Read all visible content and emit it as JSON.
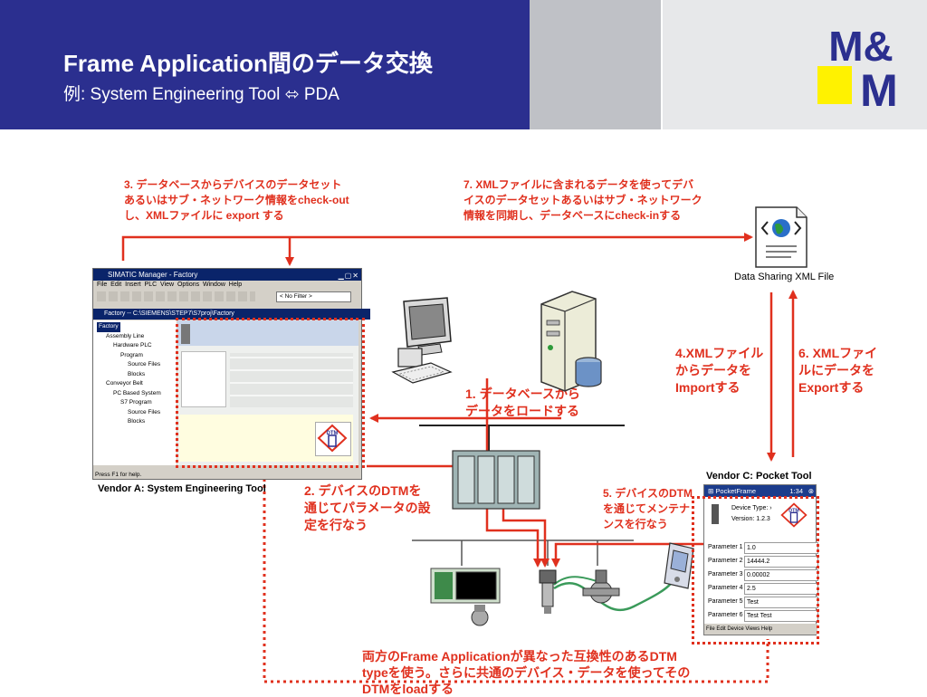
{
  "header": {
    "title": "Frame Application間のデータ交換",
    "subtitle": "例: System Engineering Tool ⬄ PDA",
    "logo_text": "M&M",
    "colors": {
      "blue": "#2b2f8f",
      "yellow": "#fff200",
      "accent": "#e0301e"
    }
  },
  "notes": {
    "step3": [
      "3. データベースからデバイスのデータセット",
      "あるいはサブ・ネットワーク情報をcheck-out",
      "し、XMLファイルに export する"
    ],
    "step7": [
      "7. XMLファイルに含まれるデータを使ってデバ",
      "イスのデータセットあるいはサブ・ネットワーク",
      "情報を同期し、データベースにcheck-inする"
    ],
    "step4": [
      "4.XMLファイル",
      "からデータを",
      "Importする"
    ],
    "step6": [
      "6. XMLファイ",
      "ルにデータを",
      "Exportする"
    ],
    "step1": [
      "1. データベースから",
      "データをロードする"
    ],
    "step2": [
      "2. デバイスのDTMを",
      "通じてパラメータの設",
      "定を行なう"
    ],
    "step5": [
      "5. デバイスのDTM",
      "を通じてメンテナ",
      "ンスを行なう"
    ],
    "bottom": [
      "両方のFrame Applicationが異なった互換性のあるDTM",
      "typeを使う。さらに共通のデバイス・データを使ってその",
      "DTMをloadする"
    ]
  },
  "labels": {
    "xml_file": "Data Sharing XML File",
    "vendor_a": "Vendor A: System Engineering Tool",
    "vendor_c": "Vendor C: Pocket Tool"
  },
  "simatic": {
    "title": "SIMATIC Manager - Factory",
    "menu": [
      "File",
      "Edit",
      "Insert",
      "PLC",
      "View",
      "Options",
      "Window",
      "Help"
    ],
    "filter": "< No Filter >",
    "subwindow_title": "Factory -- C:\\SIEMENS\\STEP7\\S7proj\\Factory",
    "tree": [
      "Factory",
      "Assembly Line",
      "Hardware PLC",
      "Program",
      "Source Files",
      "Blocks",
      "Conveyor Belt",
      "PC Based System",
      "S7 Program",
      "Source Files",
      "Blocks"
    ],
    "status": "Press F1 for help.",
    "dtm_badge": "DTM"
  },
  "pocket": {
    "title": "PocketFrame",
    "time": "1:34",
    "device_type": "Device Type: ›",
    "version": "Version: 1.2.3",
    "dtm_badge": "DTM",
    "params": [
      {
        "label": "Parameter 1",
        "value": "1.0"
      },
      {
        "label": "Parameter 2",
        "value": "14444.2"
      },
      {
        "label": "Parameter 3",
        "value": "0.00002"
      },
      {
        "label": "Parameter 4",
        "value": "2.5"
      },
      {
        "label": "Parameter 5",
        "value": "Test"
      },
      {
        "label": "Parameter 6",
        "value": "Test Test"
      }
    ],
    "menu": "File Edit Device Views Help"
  }
}
